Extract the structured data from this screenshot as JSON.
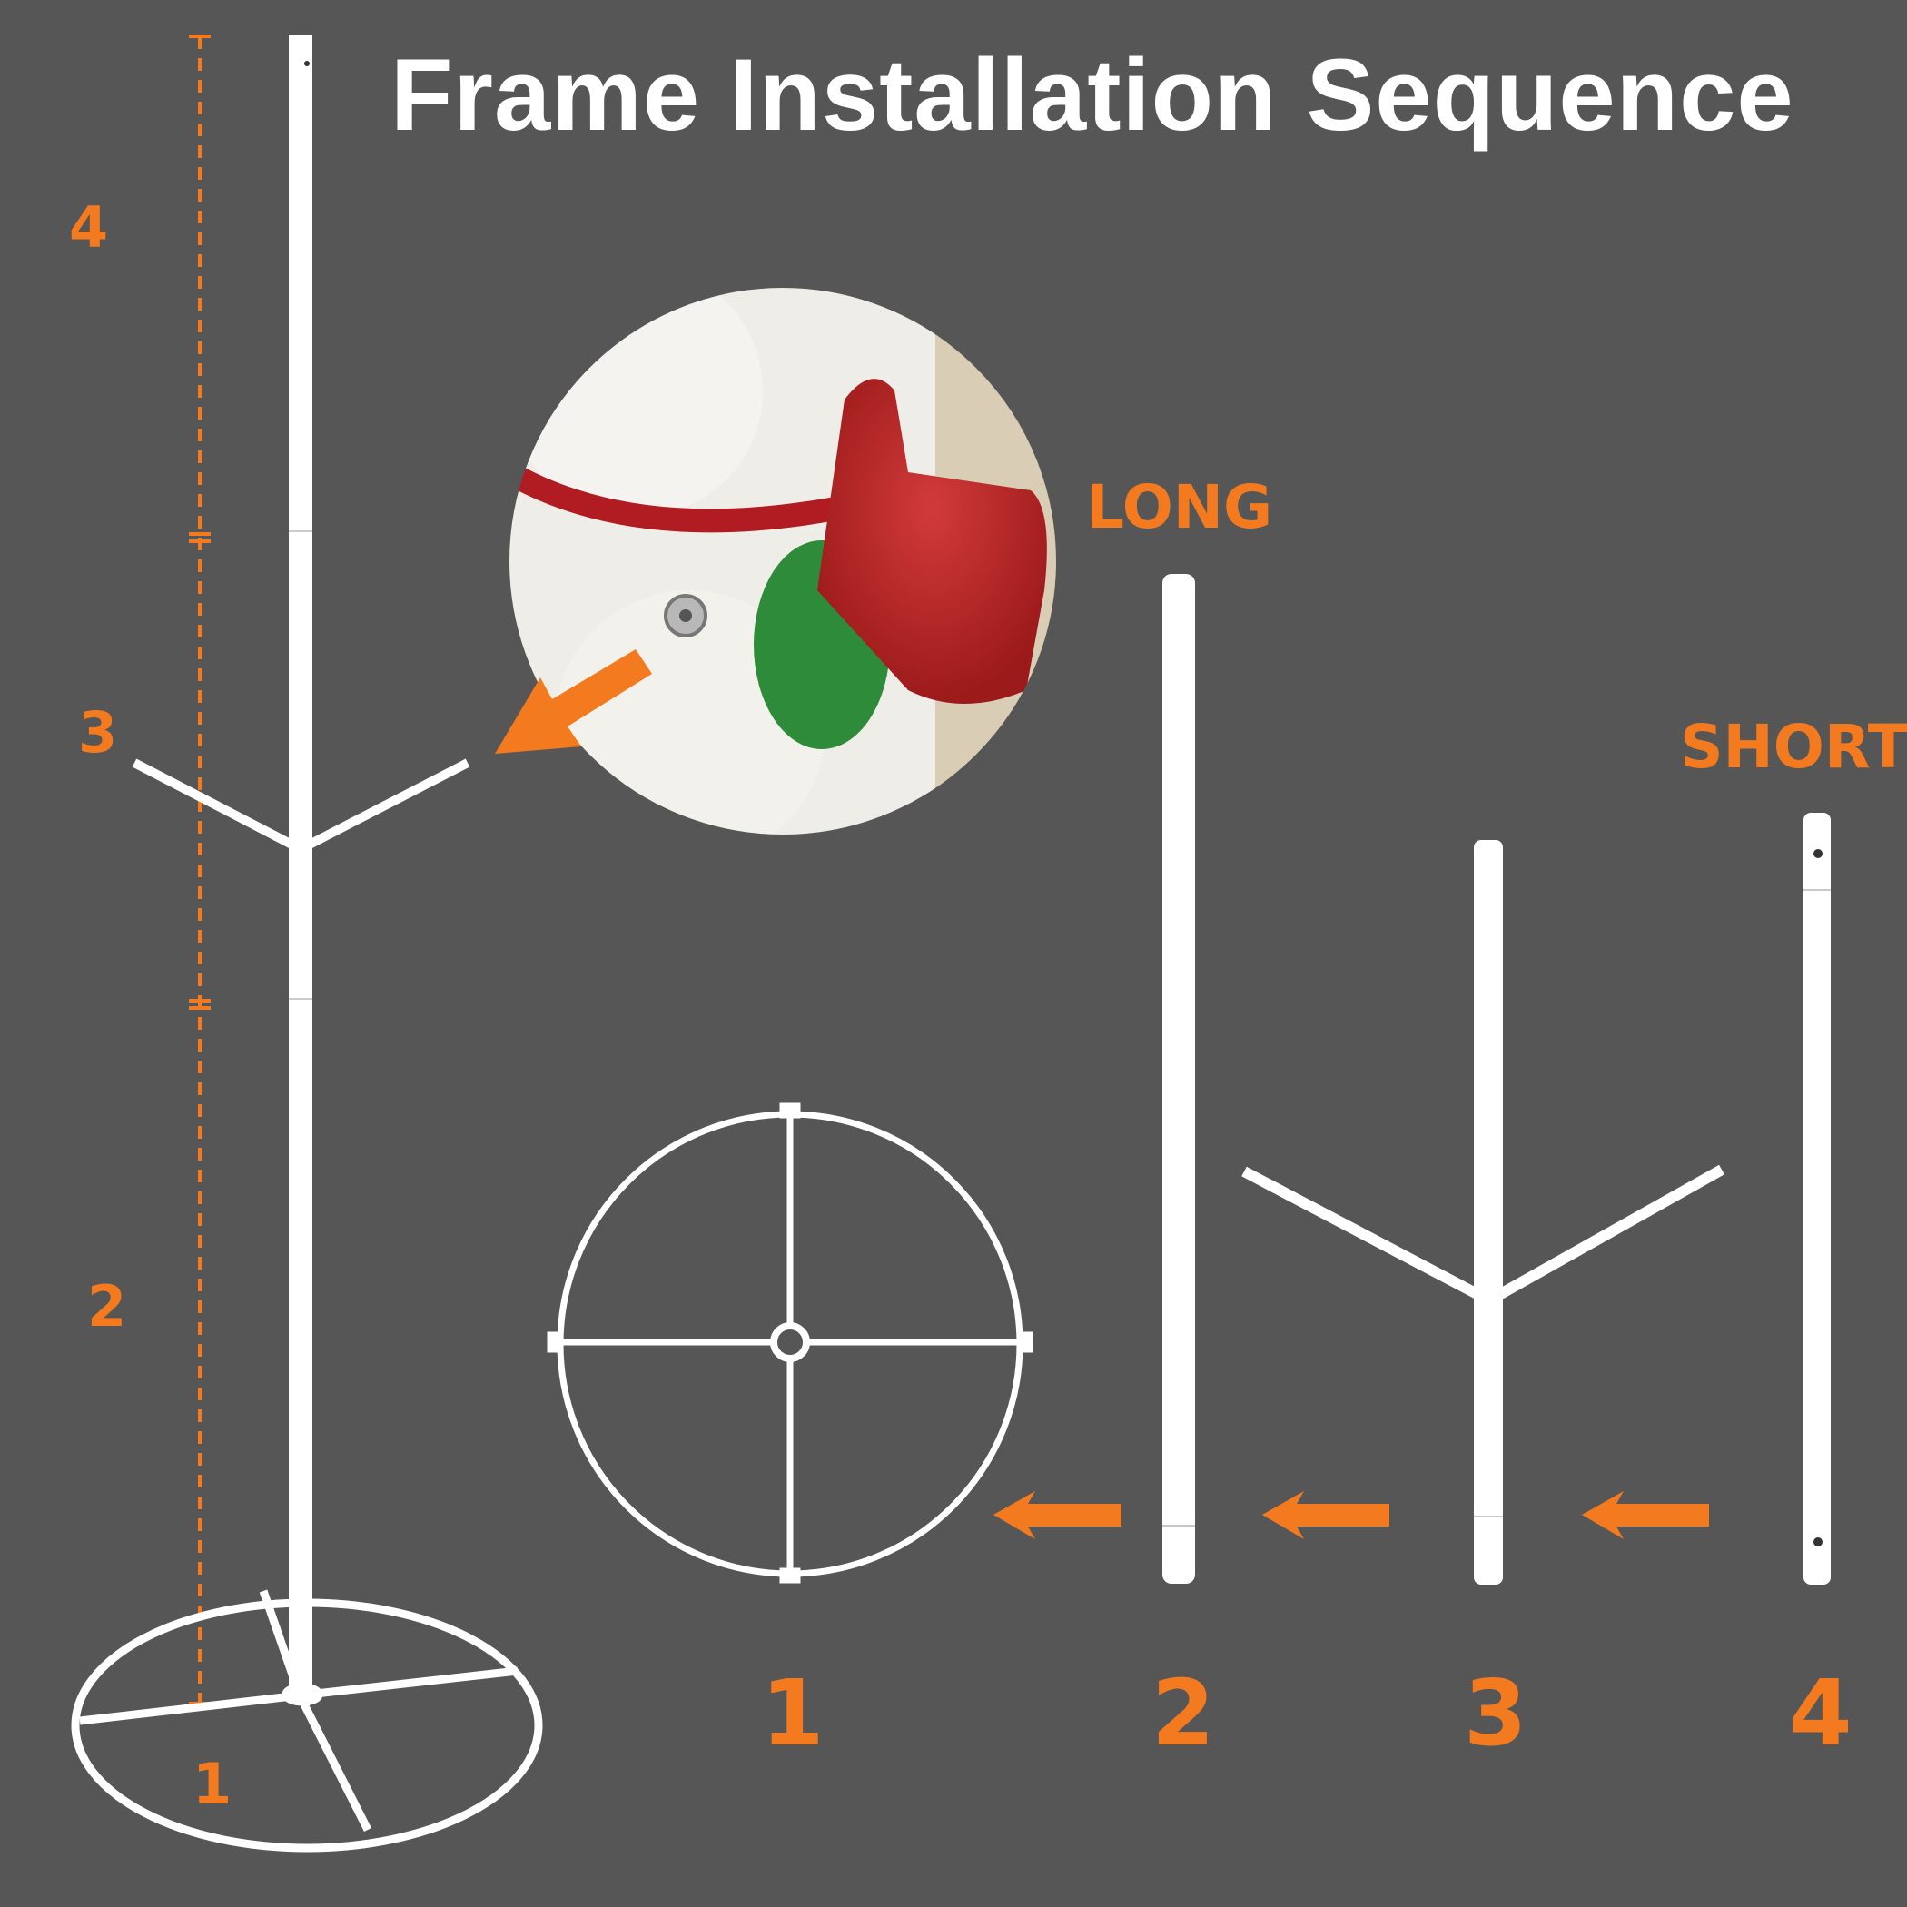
{
  "title": "Frame Installation Sequence",
  "labels": {
    "long": "LONG",
    "short": "SHORT"
  },
  "assembled_segments": [
    "4",
    "3",
    "2",
    "1"
  ],
  "part_numbers": [
    "1",
    "2",
    "3",
    "4"
  ],
  "colors": {
    "background": "#565656",
    "accent": "#f47a1f",
    "frame": "#ffffff"
  },
  "icons": [
    "arrow-left-icon",
    "arrow-left-icon",
    "arrow-left-icon",
    "arrow-down-left-icon"
  ]
}
